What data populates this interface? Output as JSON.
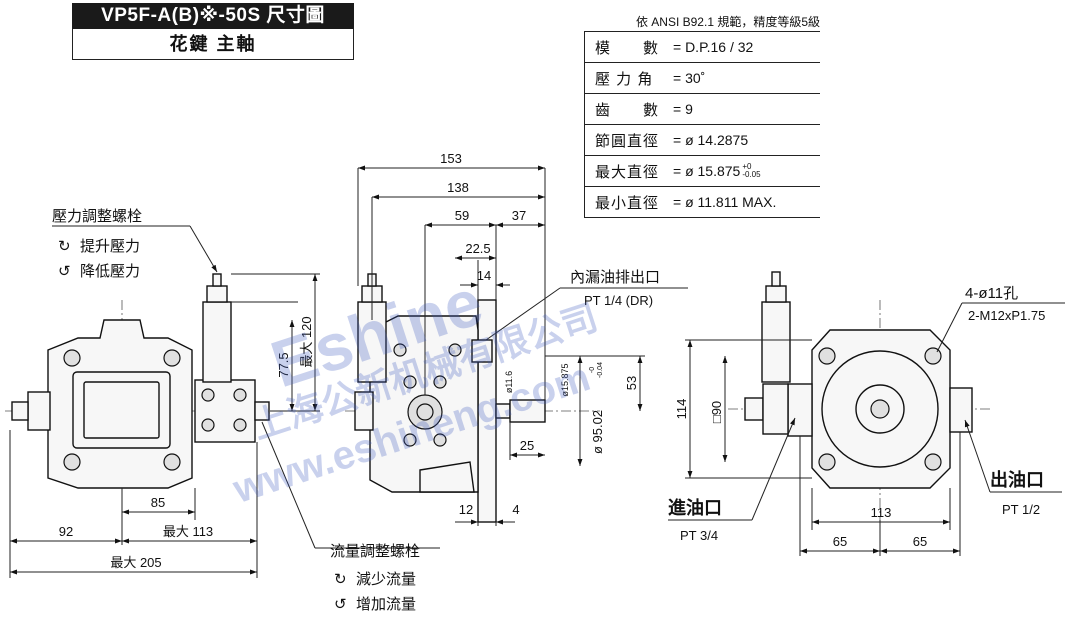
{
  "header": {
    "title": "VP5F-A(B)※-50S 尺寸圖",
    "subtitle": "花鍵 主軸"
  },
  "spec": {
    "note": "依 ANSI B92.1 規範，精度等級5級",
    "rows": [
      {
        "name": "模　　數",
        "value": "= D.P.16 / 32"
      },
      {
        "name": "壓 力 角",
        "value": "= 30˚"
      },
      {
        "name": "齒　　數",
        "value": "= 9"
      },
      {
        "name": "節圓直徑",
        "value": "= ø 14.2875"
      },
      {
        "name": "最大直徑",
        "value": "= ø 15.875"
      },
      {
        "name": "最小直徑",
        "value": "= ø 11.811 MAX."
      }
    ],
    "max_dia_tol_upper": "+0",
    "max_dia_tol_lower": "-0.05"
  },
  "left_view": {
    "pressure_screw_label": "壓力調整螺栓",
    "pressure_up": "提升壓力",
    "pressure_down": "降低壓力",
    "flow_screw_label": "流量調整螺栓",
    "flow_down": "減少流量",
    "flow_up": "增加流量",
    "dim_85": "85",
    "dim_92": "92",
    "dim_max113": "最大 113",
    "dim_max205": "最大 205",
    "dim_77_5": "77.5",
    "dim_max120": "最大 120"
  },
  "middle_view": {
    "dim_153": "153",
    "dim_138": "138",
    "dim_59": "59",
    "dim_37": "37",
    "dim_22_5": "22.5",
    "dim_14": "14",
    "dim_53": "53",
    "dim_25": "25",
    "dim_12": "12",
    "dim_4": "4",
    "dim_phi11_6": "ø11.6",
    "dim_phi15_875": "ø15.875",
    "dim_phi95_02": "ø 95.02",
    "tol_95_upper": "-0",
    "tol_95_lower": "-0.04",
    "drain_label": "內漏油排出口",
    "drain_size": "PT 1/4 (DR)"
  },
  "right_view": {
    "holes_label": "4-ø11孔",
    "thread_label": "2-M12xP1.75",
    "dim_114": "114",
    "dim_sq90": "□90",
    "dim_113": "113",
    "dim_65a": "65",
    "dim_65b": "65",
    "inlet_label": "進油口",
    "inlet_size": "PT 3/4",
    "outlet_label": "出油口",
    "outlet_size": "PT 1/2"
  },
  "watermark": {
    "line1": "Eshine",
    "line2": "上海公新机械有限公司",
    "line3": "www.eshineng.com"
  }
}
